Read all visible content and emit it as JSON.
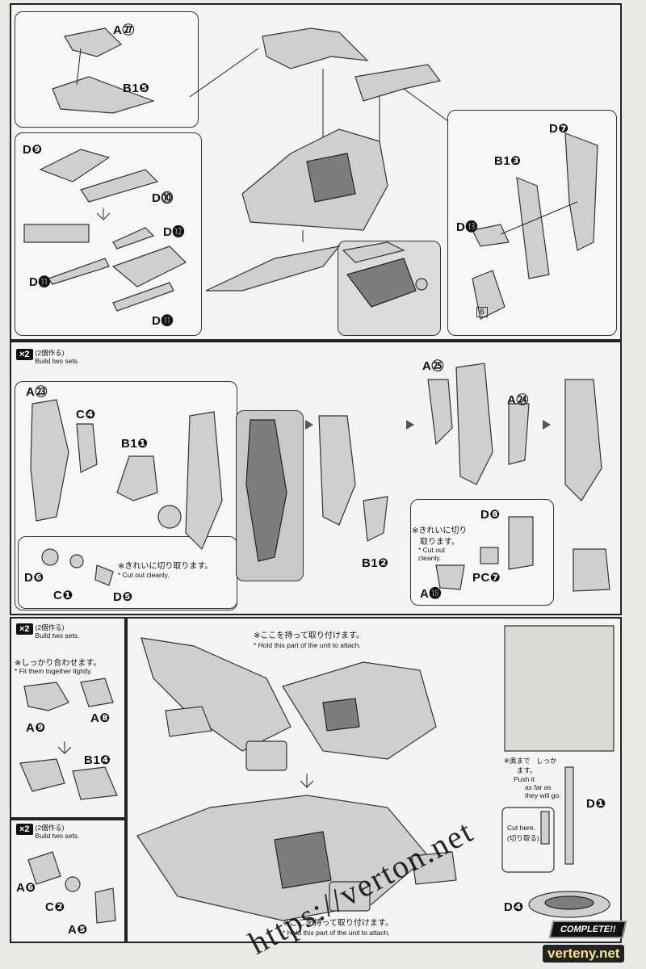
{
  "section1": {
    "labels": {
      "a27": "A㉗",
      "b15": "B1❺",
      "d9": "D❾",
      "d10": "D⓾",
      "d12": "D⓬",
      "d11a": "D⓫",
      "d11b": "D⓫",
      "d7": "D❼",
      "b13": "B1❸",
      "d13": "D⓭",
      "six": "6"
    }
  },
  "section2": {
    "badge": {
      "count": "×2",
      "jp": "(2個作る)",
      "en": "Build two sets."
    },
    "labels": {
      "a23": "A㉓",
      "c4": "C❹",
      "b11": "B1❶",
      "d6": "D❻",
      "c1": "C❶",
      "d5": "D❺",
      "b12": "B1❷",
      "a25": "A㉕",
      "a24": "A㉔",
      "d8": "D❽",
      "pc7": "PC❼",
      "a18": "A⓲"
    },
    "note1": {
      "jp": "※きれいに切り取ります。",
      "en": "* Cut out cleanly."
    },
    "note2": {
      "jp": "※きれいに切り",
      "jp2": "取ります。",
      "en": "* Cut out",
      "en2": "cleanly."
    }
  },
  "section3": {
    "badge1": {
      "count": "×2",
      "jp": "(2個作る)",
      "en": "Build two sets."
    },
    "fit_note": {
      "jp": "※しっかり合わせます。",
      "en": "* Fit them together tightly."
    },
    "labels": {
      "a8": "A❽",
      "a9": "A❾",
      "b14": "B1❹",
      "a6": "A❻",
      "c2": "C❷",
      "a5": "A❺",
      "d1": "D❶",
      "d4": "D❹"
    },
    "badge2": {
      "count": "×2",
      "jp": "(2個作る)",
      "en": "Build two sets."
    },
    "hold_top": {
      "jp": "※ここを持って取り付けます。",
      "en": "* Hold this part of the unit to attach."
    },
    "hold_bottom": {
      "jp": "※ここを持って取り付けます。",
      "en": "* Hold this part of the unit to attach."
    },
    "cut_here": {
      "en": "Cut here.",
      "jp": "(切り取る)"
    },
    "complete": "COMPLETE!!",
    "partial_note": {
      "l1": "※奥まで",
      "l2": "しっか",
      "l3": "ます。",
      "l4": "Push it",
      "l5": "as far as",
      "l6": "they will go."
    }
  },
  "watermark": "https://verton.net",
  "corner_mark": "verteny.net"
}
